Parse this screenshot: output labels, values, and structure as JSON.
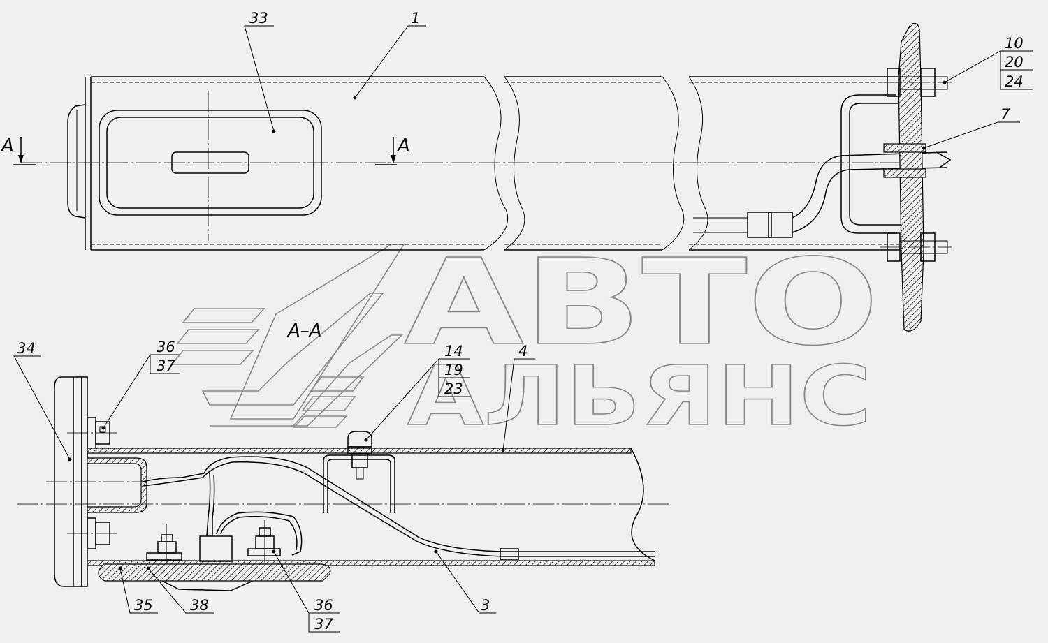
{
  "section_marker": {
    "left": "А",
    "right": "А"
  },
  "section_title": "А–А",
  "watermark": {
    "line1": "АВТО",
    "line2": "АЛЬЯНС"
  },
  "callouts": {
    "c1": "1",
    "c33": "33",
    "c10": "10",
    "c20": "20",
    "c24": "24",
    "c7": "7",
    "c34": "34",
    "c36a": "36",
    "c37a": "37",
    "c14": "14",
    "c19": "19",
    "c23": "23",
    "c4": "4",
    "c3": "3",
    "c35": "35",
    "c38": "38",
    "c36b": "36",
    "c37b": "37"
  }
}
